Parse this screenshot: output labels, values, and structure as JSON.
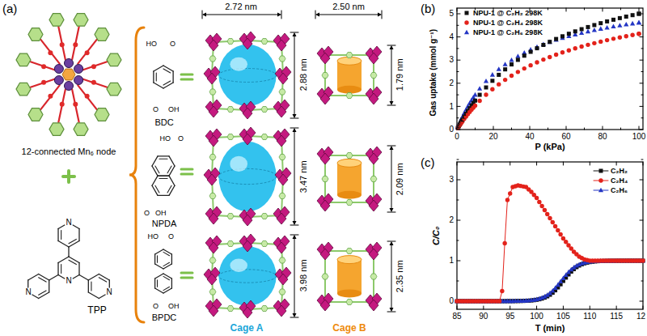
{
  "diagram": {
    "labels": [
      "(a)",
      "12-connected Mn₆ node",
      "N",
      "N",
      "N",
      "N",
      "TPP",
      "HO",
      "O",
      "O",
      "OH",
      "BDC",
      "HO",
      "O",
      "O",
      "OH",
      "NPDA",
      "HO",
      "O",
      "O",
      "OH",
      "BPDC",
      "2.72 nm",
      "2.50 nm",
      "2.88 nm",
      "1.79 nm",
      "3.47 nm",
      "2.09 nm",
      "3.98 nm",
      "2.35 nm",
      "Cage A",
      "Cage B",
      "(b)",
      "Gas uptake (mmol g⁻¹)",
      "0",
      "1",
      "2",
      "3",
      "4",
      "5",
      "0",
      "20",
      "40",
      "60",
      "80",
      "100",
      "P (kPa)",
      "(c)",
      "C/C₀",
      "0",
      "1",
      "2",
      "3",
      "85",
      "90",
      "95",
      "100",
      "105",
      "110",
      "115",
      "12",
      "T (min)"
    ],
    "legend": [
      {
        "text": "NPU-1 @ C₂H₂ 298K"
      },
      {
        "text": "NPU-1 @ C₂H₄ 298K"
      },
      {
        "text": "NPU-1 @ C₂H₆ 298K"
      },
      {
        "text": "C₂H₂"
      },
      {
        "text": "C₂H₄"
      },
      {
        "text": "C₂H₆"
      }
    ]
  }
}
